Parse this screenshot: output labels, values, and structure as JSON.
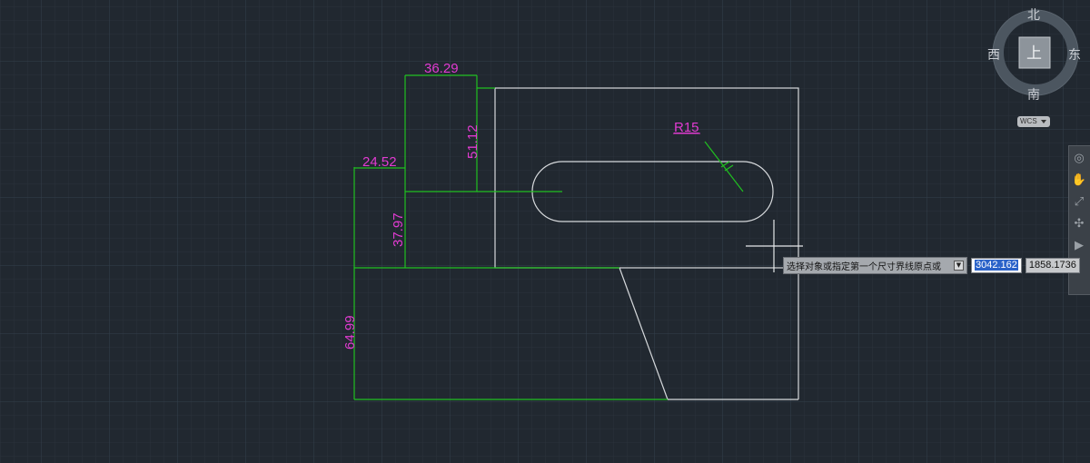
{
  "dimensions": {
    "d1": "36.29",
    "d2": "51.12",
    "d3": "24.52",
    "d4": "37.97",
    "d5": "64.99",
    "radius": "R15"
  },
  "viewcube": {
    "north": "北",
    "south": "南",
    "east": "东",
    "west": "西",
    "top": "上",
    "wcs": "WCS"
  },
  "command": {
    "prompt": "选择对象或指定第一个尺寸界线原点或",
    "x_value": "3042.162",
    "y_value": "1858.1736"
  },
  "nav_bar": {
    "icons": [
      "steering-wheel-icon",
      "pan-icon",
      "zoom-extents-icon",
      "orbit-icon",
      "showmotion-icon"
    ]
  },
  "colors": {
    "background": "#212830",
    "geometry": "#d6d9dc",
    "dimension_line": "#20c020",
    "dimension_text": "#e23bd2"
  }
}
